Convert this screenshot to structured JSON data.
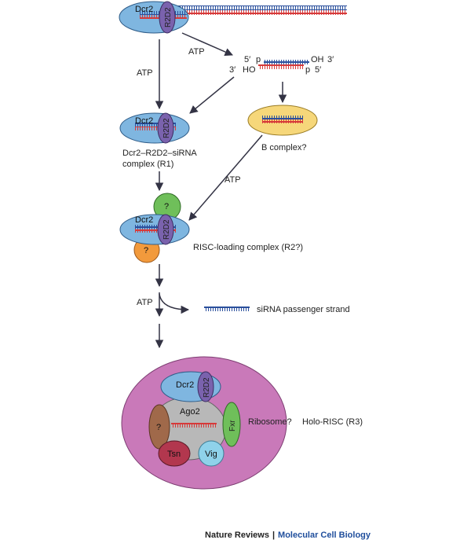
{
  "colors": {
    "dcr2": "#7fb6e0",
    "r2d2": "#7a62ad",
    "strand_top": "#2a4f9c",
    "strand_bottom": "#d63a3a",
    "b_complex": "#f6d77a",
    "green_factor": "#6fbf5a",
    "orange_factor": "#f29a3c",
    "holo_risc": "#c979b9",
    "ago2": "#b8b8b8",
    "unknown_brown": "#a0694a",
    "fxr": "#6fbf5a",
    "tsn": "#b2374e",
    "vig": "#8fd2ea",
    "arrow": "#333344"
  },
  "labels": {
    "dcr2": "Dcr2",
    "r2d2": "R2D2",
    "atp": "ATP",
    "five_prime": "5′",
    "three_prime": "3′",
    "p": "p",
    "oh": "OH",
    "ho": "HO",
    "b_complex": "B complex?",
    "r1_line1": "Dcr2–R2D2–siRNA",
    "r1_line2": "complex (R1)",
    "unknown": "?",
    "risc_loading": "RISC-loading complex (R2?)",
    "passenger": "siRNA passenger strand",
    "ago2": "Ago2",
    "fxr": "Fxr",
    "tsn": "Tsn",
    "vig": "Vig",
    "ribosome": "Ribosome?",
    "holo_risc": "Holo-RISC (R3)"
  },
  "credit": {
    "journal": "Nature Reviews",
    "separator": "|",
    "subject": "Molecular Cell Biology"
  }
}
